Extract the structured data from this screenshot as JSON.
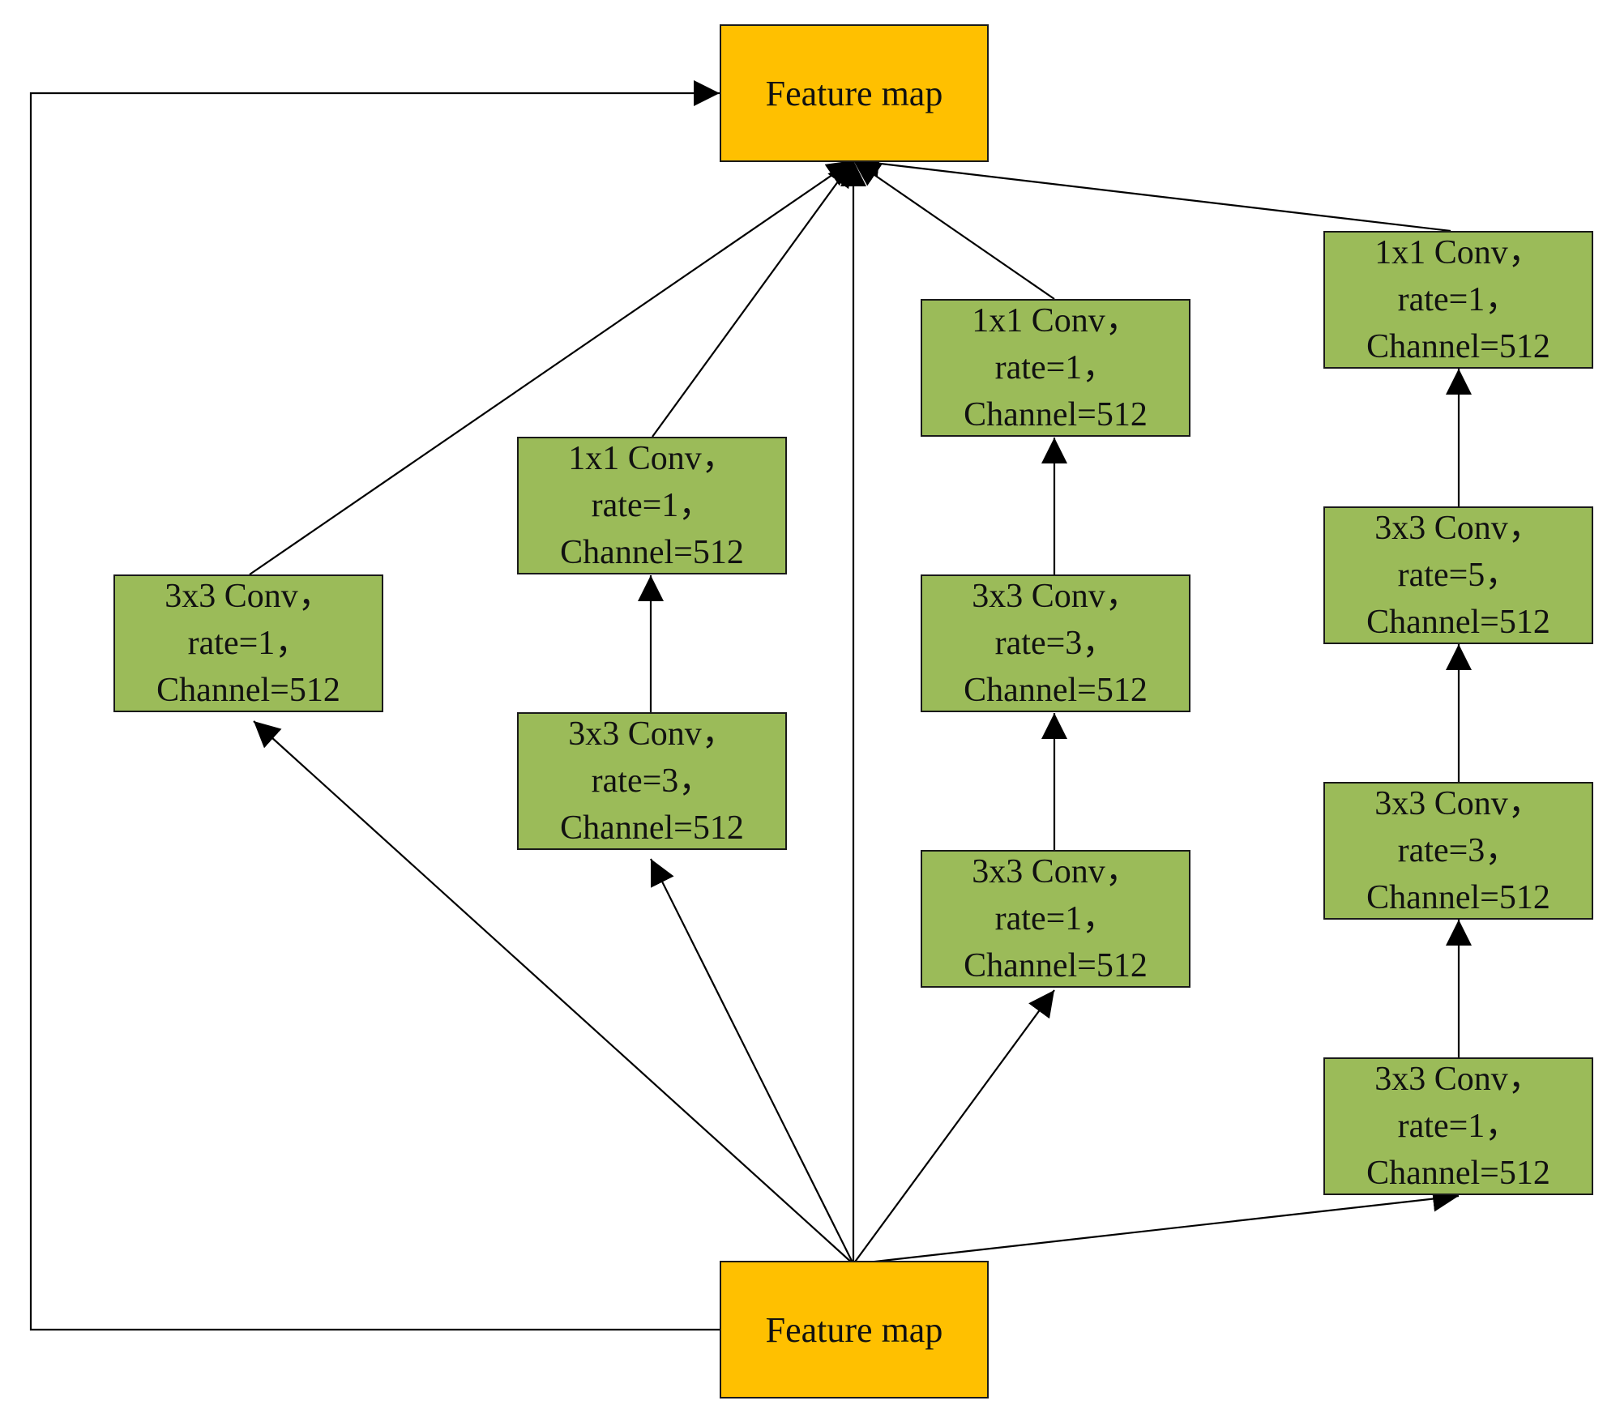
{
  "colors": {
    "feature_map_fill": "#ffc000",
    "conv_fill": "#9bbb59",
    "stroke": "#1a1a1a"
  },
  "feature_map_top": {
    "label": "Feature map"
  },
  "feature_map_bottom": {
    "label": "Feature map"
  },
  "branches": [
    {
      "blocks": [
        {
          "l1": "3x3 Conv，",
          "l2": "rate=1，",
          "l3": "Channel=512"
        }
      ]
    },
    {
      "blocks": [
        {
          "l1": "3x3 Conv，",
          "l2": "rate=3，",
          "l3": "Channel=512"
        },
        {
          "l1": "1x1 Conv，",
          "l2": "rate=1，",
          "l3": "Channel=512"
        }
      ]
    },
    {
      "blocks": [
        {
          "l1": "3x3 Conv，",
          "l2": "rate=1，",
          "l3": "Channel=512"
        },
        {
          "l1": "3x3 Conv，",
          "l2": "rate=3，",
          "l3": "Channel=512"
        },
        {
          "l1": "1x1 Conv，",
          "l2": "rate=1，",
          "l3": "Channel=512"
        }
      ]
    },
    {
      "blocks": [
        {
          "l1": "3x3 Conv，",
          "l2": "rate=1，",
          "l3": "Channel=512"
        },
        {
          "l1": "3x3 Conv，",
          "l2": "rate=3，",
          "l3": "Channel=512"
        },
        {
          "l1": "3x3 Conv，",
          "l2": "rate=5，",
          "l3": "Channel=512"
        },
        {
          "l1": "1x1 Conv，",
          "l2": "rate=1，",
          "l3": "Channel=512"
        }
      ]
    }
  ]
}
